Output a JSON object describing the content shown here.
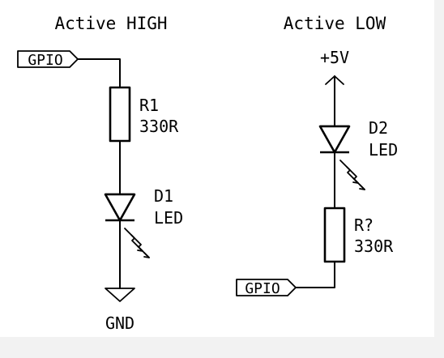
{
  "circuits": {
    "active_high": {
      "title": "Active HIGH",
      "input_label": "GPIO",
      "resistor": {
        "ref": "R1",
        "value": "330R"
      },
      "led": {
        "ref": "D1",
        "value": "LED"
      },
      "ground_label": "GND"
    },
    "active_low": {
      "title": "Active LOW",
      "supply_label": "+5V",
      "led": {
        "ref": "D2",
        "value": "LED"
      },
      "resistor": {
        "ref": "R?",
        "value": "330R"
      },
      "input_label": "GPIO"
    }
  }
}
